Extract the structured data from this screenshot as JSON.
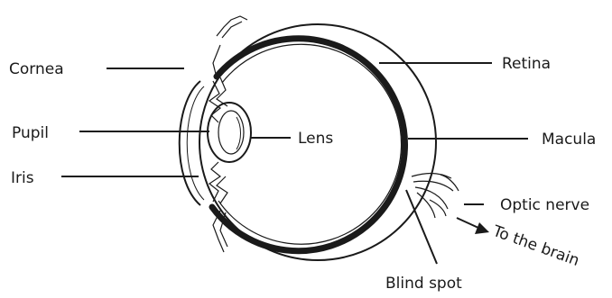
{
  "diagram": {
    "labels": {
      "cornea": "Cornea",
      "pupil": "Pupil",
      "iris": "Iris",
      "lens": "Lens",
      "retina": "Retina",
      "macula": "Macula",
      "optic_nerve": "Optic nerve",
      "to_the_brain": "To the brain",
      "blind_spot": "Blind spot"
    }
  },
  "colors": {
    "ink": "#1a1a1a",
    "background": "#ffffff"
  }
}
